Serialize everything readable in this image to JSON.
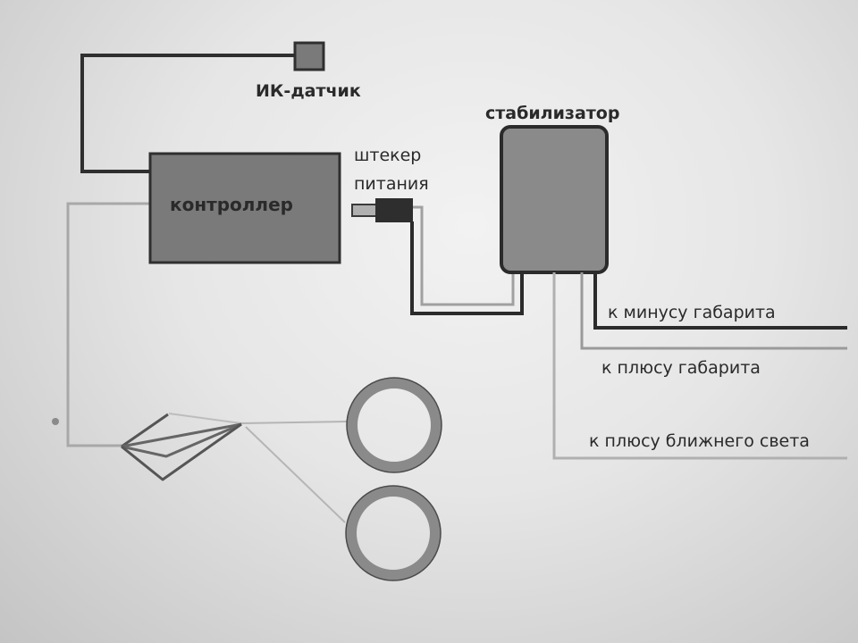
{
  "labels": {
    "ir_sensor": "ИК-датчик",
    "controller": "контроллер",
    "plug_line1": "штекер",
    "plug_line2": "питания",
    "stabilizer": "стабилизатор",
    "to_parking_minus": "к минусу габарита",
    "to_parking_plus": "к плюсу габарита",
    "to_low_beam_plus": "к плюсу ближнего света"
  },
  "colors": {
    "dark_wire": "#2b2b2b",
    "light_wire": "#a8a8a8",
    "box_fill": "#7a7a7a",
    "ring": "#8a8a8a"
  }
}
